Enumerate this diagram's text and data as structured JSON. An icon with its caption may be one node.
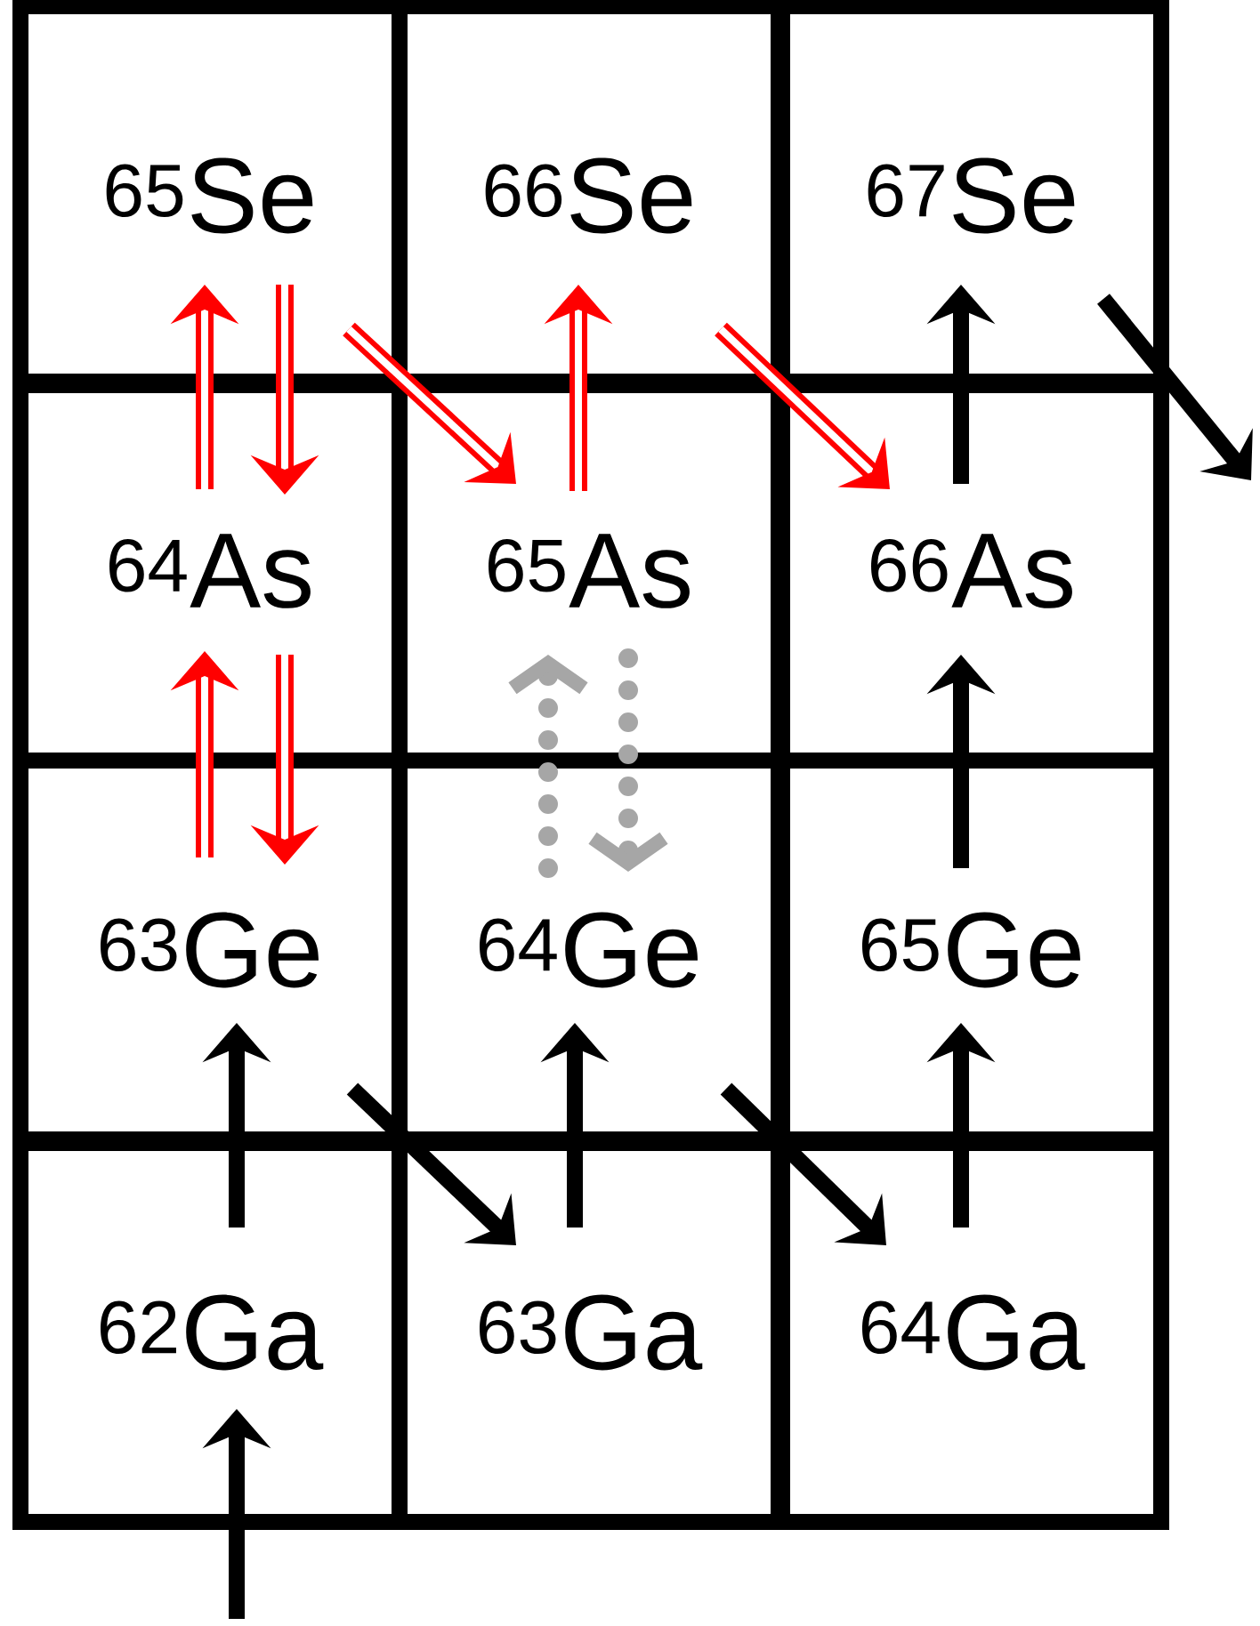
{
  "diagram": {
    "nodes": [
      {
        "text": [
          "$^{65}$Se"
        ]
      },
      {
        "text": [
          "$^{66}$Se"
        ]
      },
      {
        "text": [
          "$^{67}$Se"
        ]
      },
      {
        "text": [
          "$^{64}$As"
        ]
      },
      {
        "text": [
          "$^{65}$As"
        ]
      },
      {
        "text": [
          "$^{66}$As"
        ]
      },
      {
        "text": [
          "$^{63}$Ge"
        ]
      },
      {
        "text": [
          "$^{64}$Ge"
        ]
      },
      {
        "text": [
          "$^{65}$Ge"
        ]
      },
      {
        "text": [
          "$^{62}$Ga"
        ]
      },
      {
        "text": [
          "$^{63}$Ga"
        ]
      },
      {
        "text": [
          "$^{64}$Ga"
        ]
      }
    ],
    "edges": [
      {
        "from": null,
        "to": 9,
        "arrow": "to"
      },
      {
        "from": 9,
        "to": 6,
        "arrow": "to"
      },
      {
        "from": 6,
        "to": 10,
        "arrow": "to"
      },
      {
        "from": 10,
        "to": 7,
        "arrow": "to"
      },
      {
        "from": 7,
        "to": 11,
        "arrow": "to"
      },
      {
        "from": 11,
        "to": 8,
        "arrow": "to"
      },
      {
        "from": 8,
        "to": 5,
        "arrow": "to"
      },
      {
        "from": 5,
        "to": 2,
        "arrow": "to"
      },
      {
        "from": 2,
        "to": null,
        "arrow": "to"
      },
      {
        "from": 6,
        "to": 3,
        "arrow": "to",
        "color": "#ff0000"
      },
      {
        "from": 3,
        "to": 6,
        "arrow": "to",
        "color": "#ff0000"
      },
      {
        "from": 3,
        "to": 0,
        "arrow": "to",
        "color": "#ff0000"
      },
      {
        "from": 0,
        "to": 3,
        "arrow": "to",
        "color": "#ff0000"
      },
      {
        "from": 0,
        "to": 4,
        "arrow": "to",
        "color": "#ff0000"
      },
      {
        "from": 4,
        "to": 1,
        "arrow": "to",
        "color": "#ff0000"
      },
      {
        "from": 1,
        "to": 5,
        "arrow": "to",
        "color": "#ff0000"
      },
      {
        "from": 7,
        "to": 4,
        "arrow": "to",
        "style": "dashed",
        "color": "#a6a6a6"
      },
      {
        "from": 4,
        "to": 7,
        "arrow": "to",
        "style": "dashed",
        "color": "#a6a6a6"
      }
    ]
  }
}
